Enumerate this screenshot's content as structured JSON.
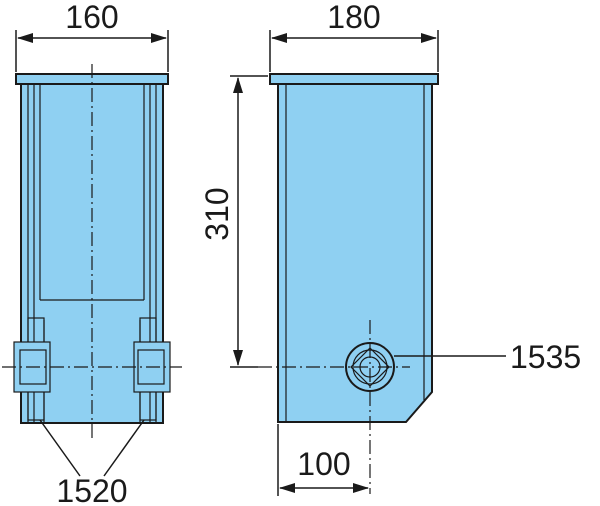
{
  "diagram": {
    "fill_color": "#8fd0f2",
    "line_color": "#1a1a1a",
    "front_view": {
      "width_label": "160",
      "callout_label": "1520"
    },
    "side_view": {
      "width_label": "180",
      "height_label": "310",
      "offset_label": "100",
      "callout_label": "1535"
    }
  }
}
